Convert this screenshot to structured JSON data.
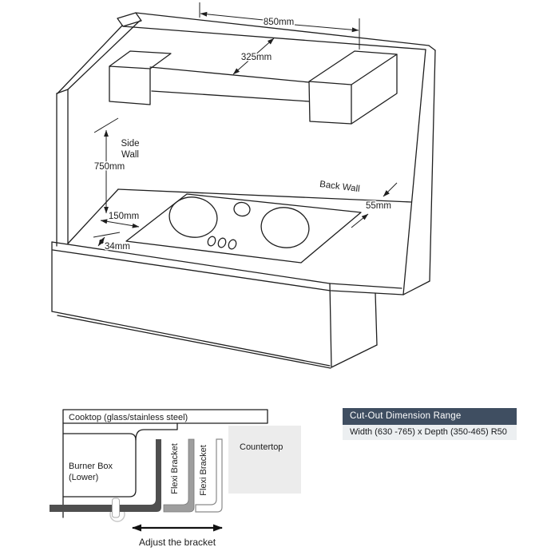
{
  "iso": {
    "dim_850": "850mm",
    "dim_325": "325mm",
    "side_wall_line1": "Side",
    "side_wall_line2": "Wall",
    "dim_750": "750mm",
    "back_wall": "Back Wall",
    "dim_55": "55mm",
    "dim_150": "150mm",
    "dim_34": "34mm"
  },
  "cross_section": {
    "cooktop": "Cooktop (glass/stainless steel)",
    "burner_box_line1": "Burner Box",
    "burner_box_line2": "(Lower)",
    "flexi_bracket_1": "Flexi Bracket",
    "flexi_bracket_2": "Flexi Bracket",
    "countertop": "Countertop",
    "adjust": "Adjust the bracket"
  },
  "cutout_table": {
    "header": "Cut-Out Dimension Range",
    "row": "Width (630 -765) x Depth (350-465) R50"
  },
  "colors": {
    "table_header_bg": "#3f4e61",
    "table_header_text": "#ffffff",
    "table_row_bg": "#eceff1",
    "countertop_fill": "#ececec",
    "bracket_dark": "#4f4f4f",
    "bracket_gray": "#9e9e9e",
    "line": "#1f1f1f"
  }
}
